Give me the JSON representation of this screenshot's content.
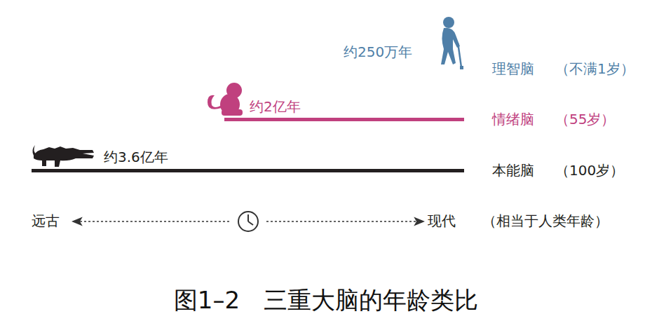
{
  "diagram": {
    "caption": "图1–2　三重大脑的年龄类比",
    "labels": [
      "约250万年",
      "理智脑",
      "（不满1岁）",
      "约2亿年",
      "情绪脑",
      "（55岁）",
      "约3.6亿年",
      "本能脑",
      "（100岁）",
      "远古",
      "现代",
      "（相当于人类年龄）"
    ]
  }
}
